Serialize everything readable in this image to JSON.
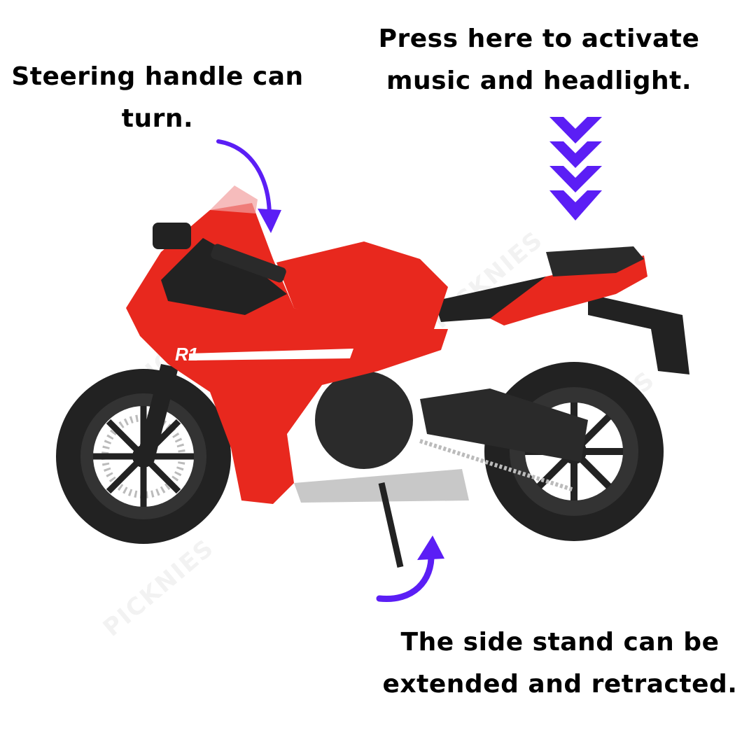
{
  "captions": {
    "steering": [
      "Steering handle can",
      "turn."
    ],
    "press": [
      "Press here to activate",
      "music and headlight."
    ],
    "stand": [
      "The side stand can be",
      "extended and retracted."
    ]
  },
  "watermark": "PICKNIES",
  "bike_decal": "R1",
  "colors": {
    "accent": "#5b1ef5",
    "body": "#e8281e",
    "dark": "#1e1e1e"
  }
}
